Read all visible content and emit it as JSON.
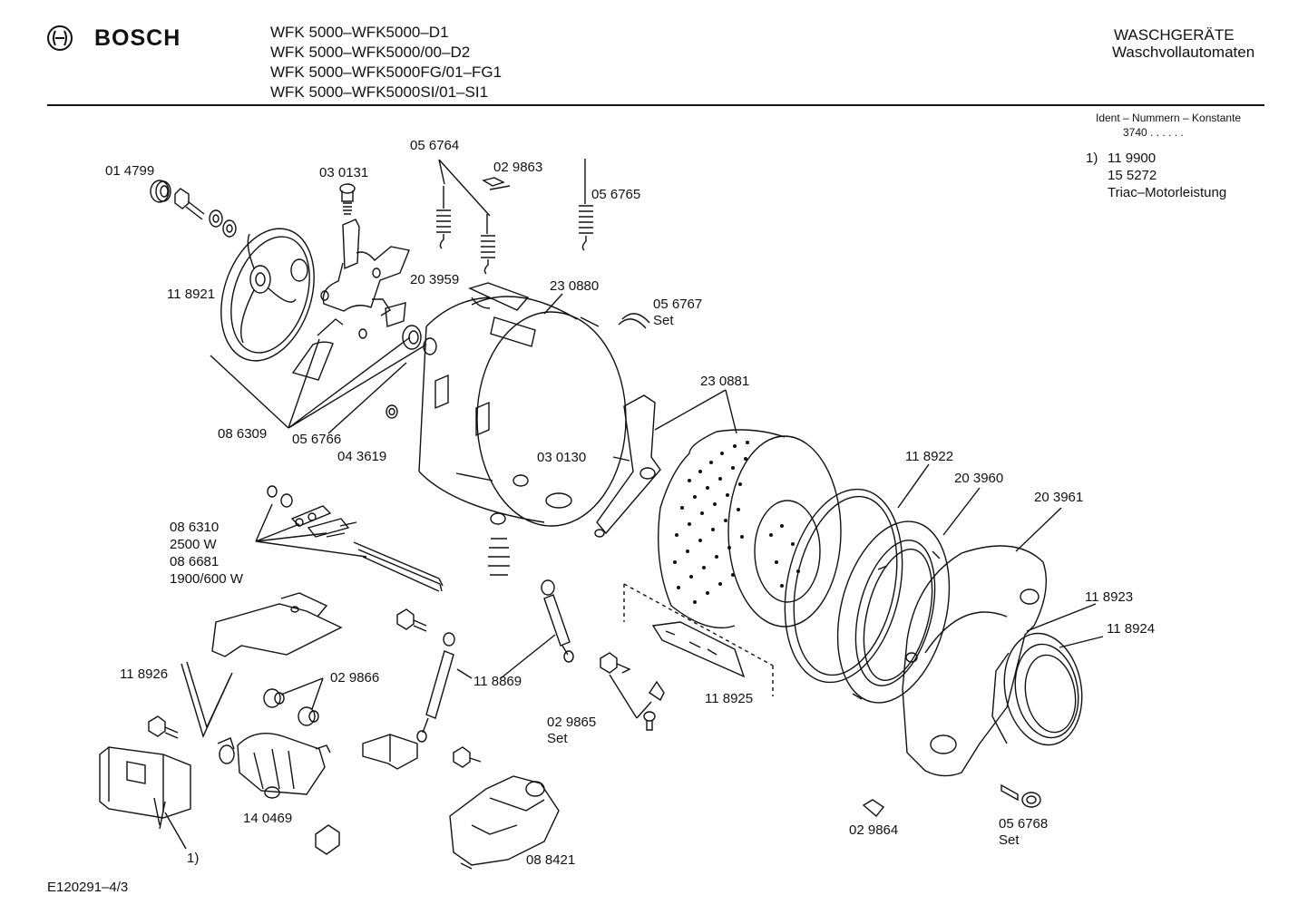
{
  "header": {
    "brand": "BOSCH",
    "models": [
      "WFK 5000–WFK5000–D1",
      "WFK 5000–WFK5000/00–D2",
      "WFK 5000–WFK5000FG/01–FG1",
      "WFK 5000–WFK5000SI/01–SI1"
    ],
    "category": "WASCHGERÄTE",
    "subcategory": "Waschvollautomaten",
    "ident_heading": "Ident – Nummern – Konstante",
    "ident_value": "3740 . . . . . ."
  },
  "footnote": {
    "marker": "1)",
    "lines": [
      "11 9900",
      "15 5272",
      "Triac–Motorleistung"
    ]
  },
  "drawing_code": "E120291–4/3",
  "parts": {
    "p014799": "01 4799",
    "p030131": "03 0131",
    "p056764": "05 6764",
    "p029863": "02 9863",
    "p056765": "05 6765",
    "p118921": "11 8921",
    "p203959": "20 3959",
    "p230880": "23 0880",
    "p056767": "05 6767",
    "p056767_set": "Set",
    "p230881": "23 0881",
    "p086309": "08 6309",
    "p056766": "05 6766",
    "p043619": "04 3619",
    "p030130": "03 0130",
    "p118922": "11 8922",
    "p203960": "20 3960",
    "p203961": "20 3961",
    "p086310": "08 6310",
    "p2500w": "2500 W",
    "p086681": "08 6681",
    "p1900w": "1900/600 W",
    "p118923": "11 8923",
    "p118924": "11 8924",
    "p118926": "11 8926",
    "p029866": "02 9866",
    "p118869": "11 8869",
    "p118925": "11 8925",
    "p029865": "02 9865",
    "p029865_set": "Set",
    "p140469": "14 0469",
    "p088421": "08 8421",
    "p029864": "02 9864",
    "p056768": "05 6768",
    "p056768_set": "Set",
    "p_footnote_ref": "1)"
  }
}
